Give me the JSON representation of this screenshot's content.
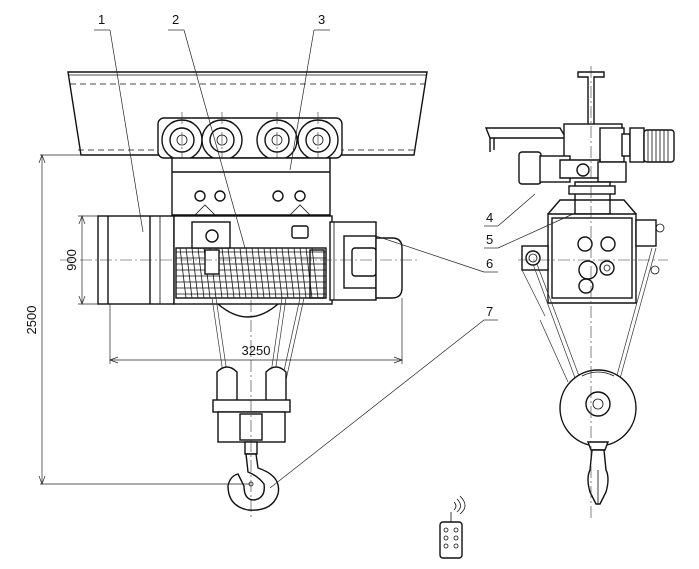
{
  "callouts": [
    "1",
    "2",
    "3",
    "4",
    "5",
    "6",
    "7"
  ],
  "dimensions": {
    "overall_height": "2500",
    "drum_height": "900",
    "length": "3250"
  }
}
